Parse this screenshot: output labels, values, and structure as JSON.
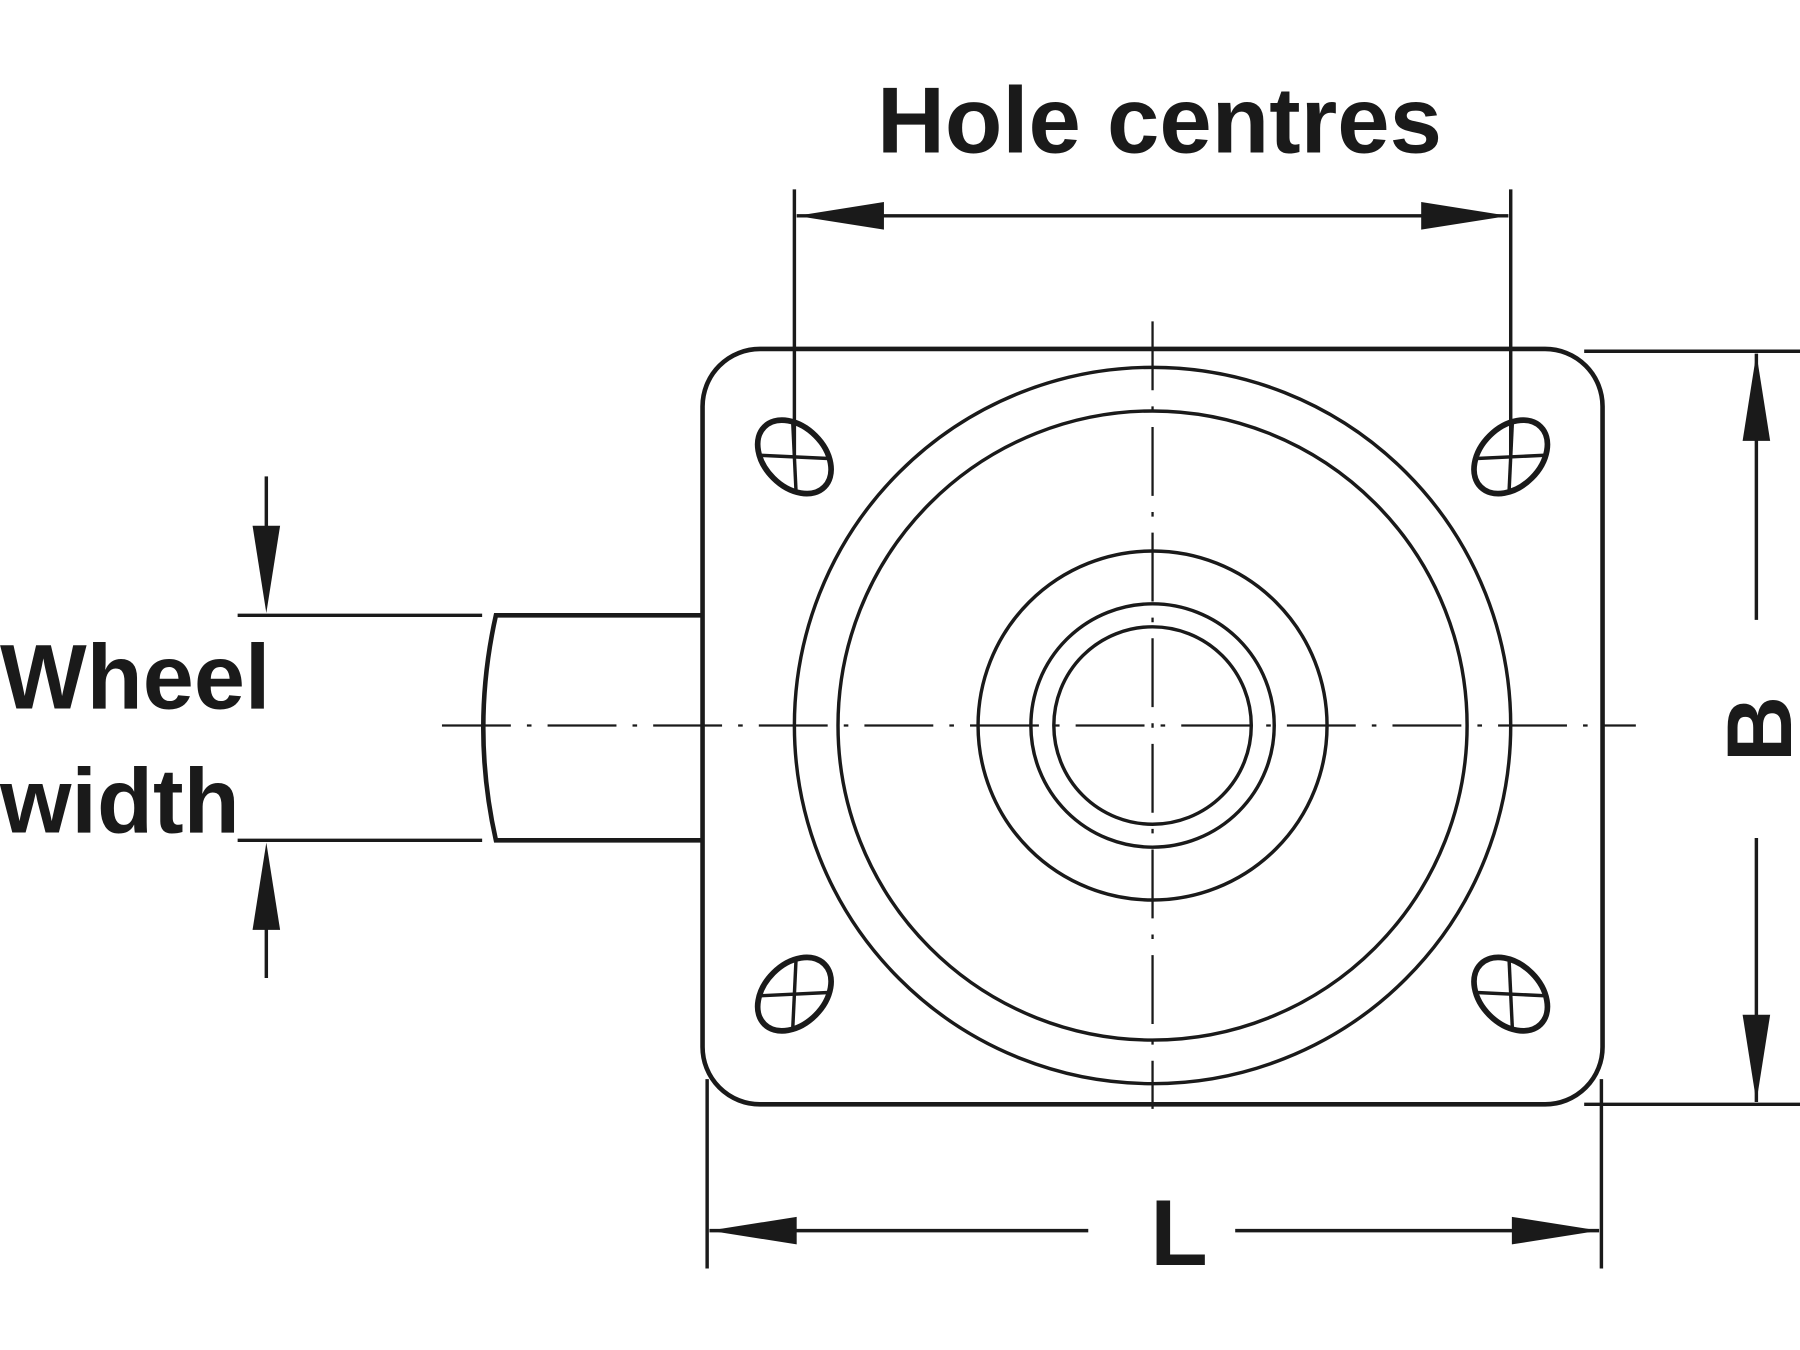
{
  "labels": {
    "hole_centres": "Hole centres",
    "wheel_width_line1": "Wheel",
    "wheel_width_line2": "width",
    "length": "L",
    "breadth": "B"
  },
  "colors": {
    "ink": "#1a1a1a",
    "background": "#ffffff"
  }
}
